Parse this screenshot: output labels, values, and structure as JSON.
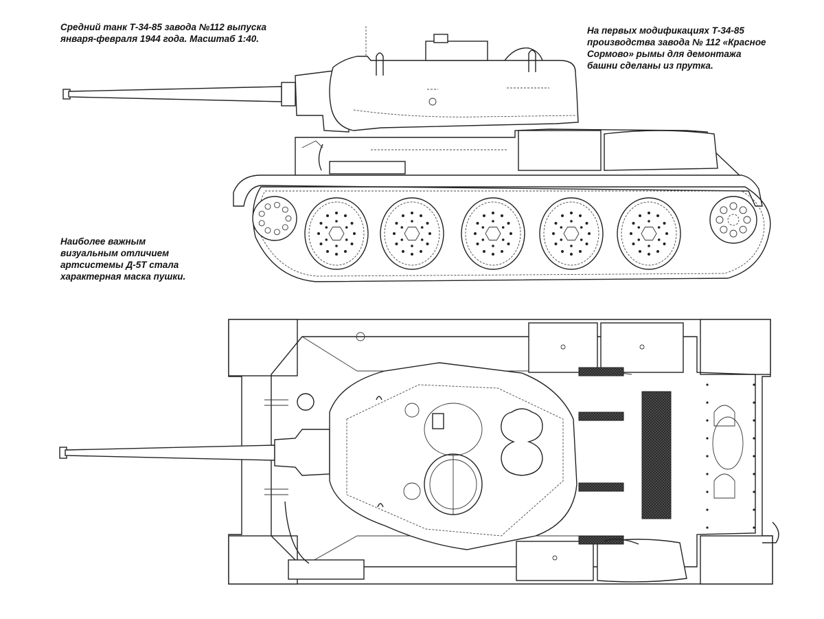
{
  "figure": {
    "subject": "T-34-85",
    "views": [
      "side-view",
      "top-view"
    ]
  },
  "captions": {
    "title": "Средний танк Т-34-85 завода №112 выпуска\nянваря-февраля 1944 года. Масштаб 1:40.",
    "note_right": "На первых модификациях Т-34-85\nпроизводства завода № 112 «Красное\nСормово» рымы для демонтажа\nбашни сделаны из прутка.",
    "note_left": "Наиболее важным\nвизуальным отличием\nартсистемы Д-5Т стала\nхарактерная маска пушки."
  },
  "colors": {
    "ink": "#222222",
    "paper": "#ffffff"
  }
}
